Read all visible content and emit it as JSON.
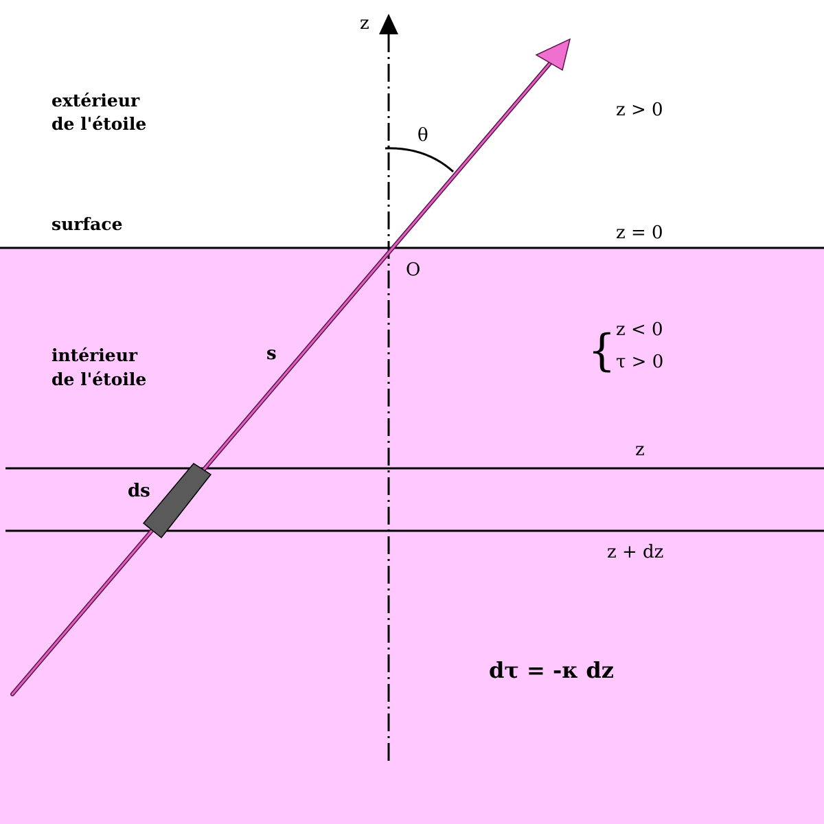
{
  "colors": {
    "interior": "#ffc8ff",
    "ray": "#e060c0",
    "ray_outline": "#5a1048",
    "arrow_head": "#f070d0",
    "element": "#5a5a5a",
    "lines": "#000000",
    "background": "#ffffff"
  },
  "icons": {
    "ray_head": "arrow-head-icon",
    "axis_head": "axis-arrow-icon"
  },
  "labels": {
    "axis_z": "z",
    "theta": "θ",
    "exterior_line1": "extérieur",
    "exterior_line2": "de l'étoile",
    "surface": "surface",
    "interior_line1": "intérieur",
    "interior_line2": "de l'étoile",
    "origin": "O",
    "path": "s",
    "ds": "ds",
    "z_pos": "z > 0",
    "z_zero": "z = 0",
    "z_neg": "z < 0",
    "tau_pos": "τ > 0",
    "z_level": "z",
    "z_dz": "z + dz",
    "brace": "{",
    "formula": "dτ = -κ dz"
  }
}
